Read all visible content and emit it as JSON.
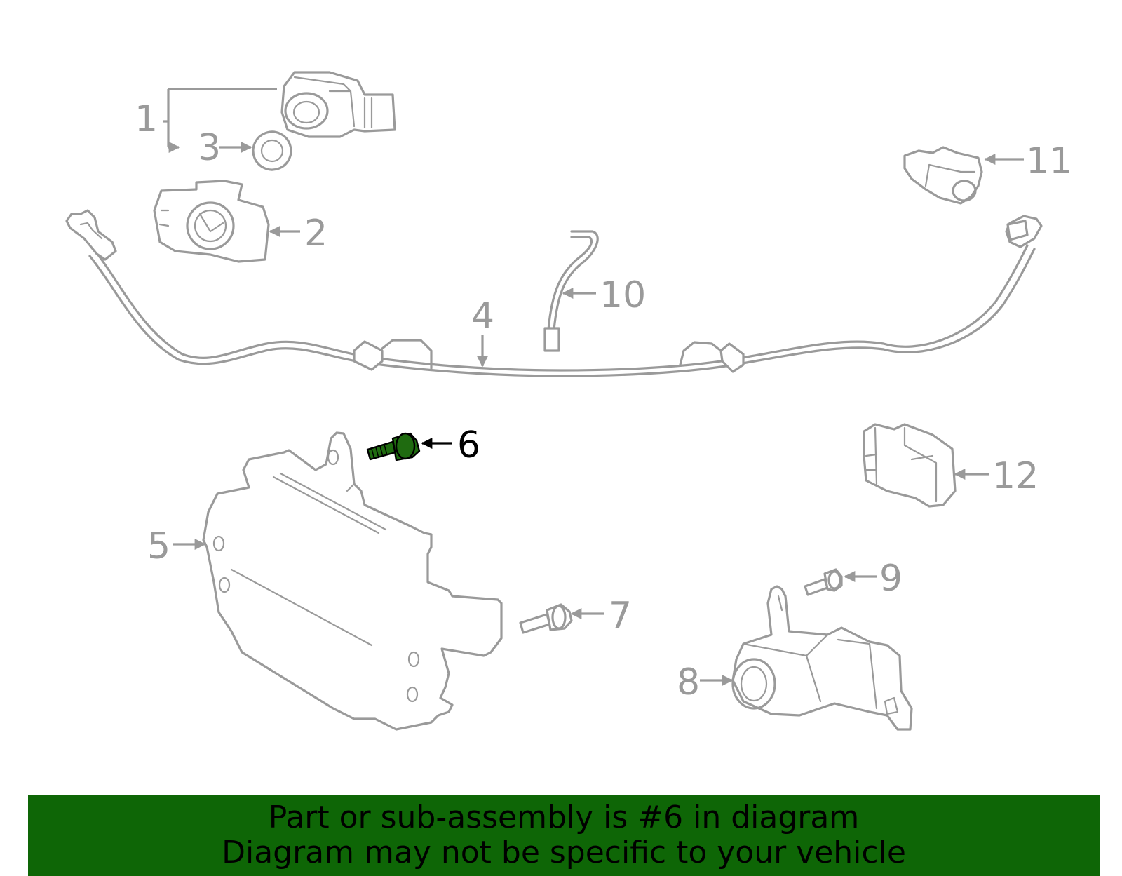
{
  "diagram": {
    "highlighted_part": "6",
    "highlight_color": "#1f6b10",
    "line_color": "#9a9a9a",
    "callouts": [
      {
        "id": "1",
        "label": "1"
      },
      {
        "id": "2",
        "label": "2"
      },
      {
        "id": "3",
        "label": "3"
      },
      {
        "id": "4",
        "label": "4"
      },
      {
        "id": "5",
        "label": "5"
      },
      {
        "id": "6",
        "label": "6"
      },
      {
        "id": "7",
        "label": "7"
      },
      {
        "id": "8",
        "label": "8"
      },
      {
        "id": "9",
        "label": "9"
      },
      {
        "id": "10",
        "label": "10"
      },
      {
        "id": "11",
        "label": "11"
      },
      {
        "id": "12",
        "label": "12"
      }
    ]
  },
  "banner": {
    "line1": "Part or sub-assembly is #6 in diagram",
    "line2": "Diagram may not be specific to your vehicle",
    "background": "#0e6606"
  }
}
